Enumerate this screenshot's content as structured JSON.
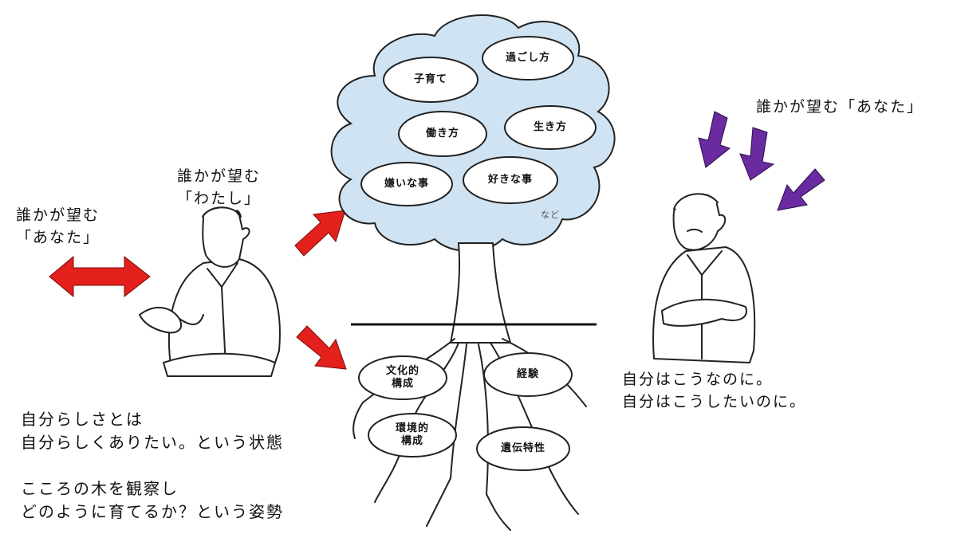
{
  "left_label": {
    "line1": "誰かが望む",
    "line2": "「あなた」"
  },
  "middle_label": {
    "line1": "誰かが望む",
    "line2": "「わたし」"
  },
  "right_label": {
    "line1": "誰かが望む「あなた」"
  },
  "canopy_items": {
    "sugoshikata": "過ごし方",
    "kosodate": "子育て",
    "hatarakikata": "働き方",
    "ikikata": "生き方",
    "kiraina": "嫌いな事",
    "sukina": "好きな事",
    "nado": "など"
  },
  "root_items": {
    "bunka_line1": "文化的",
    "bunka_line2": "構成",
    "keiken": "経験",
    "kankyo_line1": "環境的",
    "kankyo_line2": "構成",
    "iden": "遺伝特性"
  },
  "right_caption": {
    "line1": "自分はこうなのに。",
    "line2": "自分はこうしたいのに。"
  },
  "bottom_text": {
    "line1": "自分らしさとは",
    "line2": "自分らしくありたい。という状態",
    "line3": "こころの木を観察し",
    "line4": "どのように育てるか？という姿勢"
  },
  "colors": {
    "red_arrow": "#e3201b",
    "purple_arrow": "#6a2aa0",
    "canopy": "#cfe3f2"
  },
  "icons": [
    "double-arrow-icon",
    "man-talking-figure",
    "man-worried-figure",
    "tree-illustration"
  ]
}
